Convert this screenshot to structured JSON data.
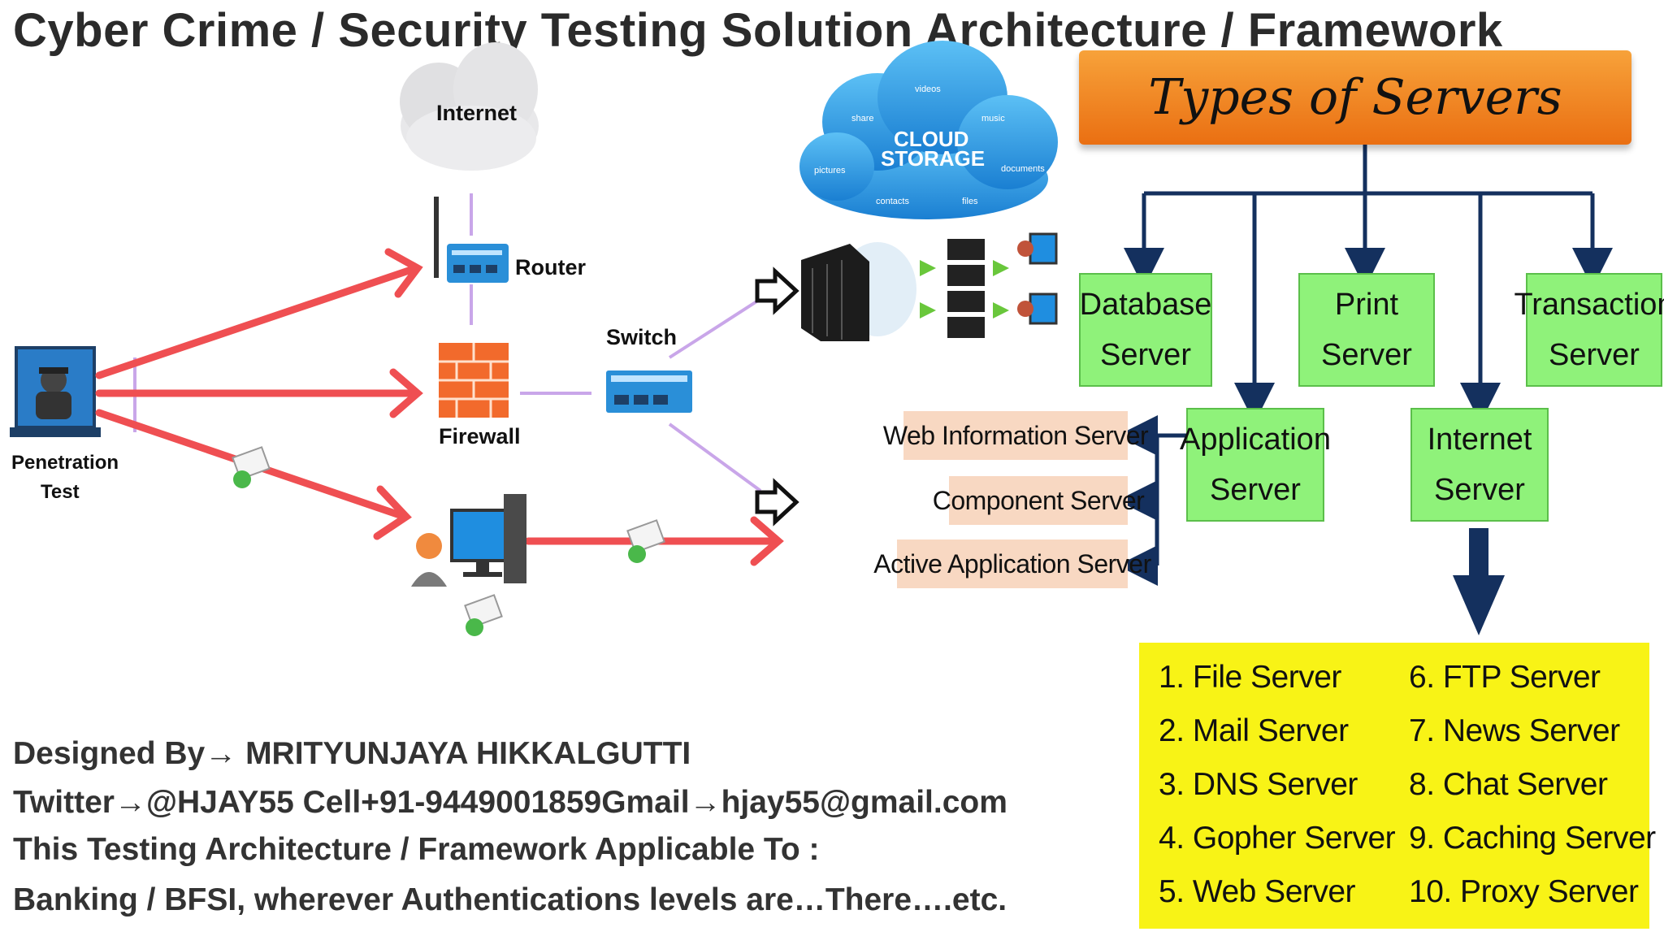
{
  "title": "Cyber Crime / Security Testing Solution Architecture / Framework",
  "network": {
    "internet": "Internet",
    "router": "Router",
    "firewall": "Firewall",
    "switch": "Switch",
    "pen_test": [
      "Penetration",
      "Test"
    ],
    "cloud_title": [
      "CLOUD",
      "STORAGE"
    ],
    "cloud_words": [
      "videos",
      "share",
      "music",
      "pictures",
      "documents",
      "contacts",
      "files"
    ]
  },
  "servers": {
    "banner": "Types of Servers",
    "database": [
      "Database",
      "Server"
    ],
    "print": [
      "Print",
      "Server"
    ],
    "transaction": [
      "Transaction",
      "Server"
    ],
    "application": [
      "Application",
      "Server"
    ],
    "internet": [
      "Internet",
      "Server"
    ],
    "app_subtypes": [
      "Web Information Server",
      "Component Server",
      "Active Application Server"
    ],
    "list": [
      "1.  File Server",
      "2.  Mail Server",
      "3.  DNS Server",
      "4.  Gopher Server",
      "5.  Web Server",
      "6.  FTP Server",
      "7.  News Server",
      "8.  Chat Server",
      "9.  Caching Server",
      "10. Proxy Server"
    ]
  },
  "credits": {
    "designed": "Designed By→ MRITYUNJAYA  HIKKALGUTTI",
    "contact": "Twitter→@HJAY55 Cell+91-9449001859Gmail→hjay55@gmail.com",
    "applicable": "This Testing Architecture / Framework Applicable  To :",
    "domains": "Banking / BFSI, wherever Authentications  levels are…There….etc."
  },
  "colors": {
    "arrow_red": "#ef4f52",
    "link_purple": "#c9a6e9",
    "connector_navy": "#14305e",
    "server_green": "#8ff27a",
    "subtype_peach": "#f8d8c2",
    "list_yellow": "#f8f316",
    "banner_orange": "#ea6f12"
  }
}
